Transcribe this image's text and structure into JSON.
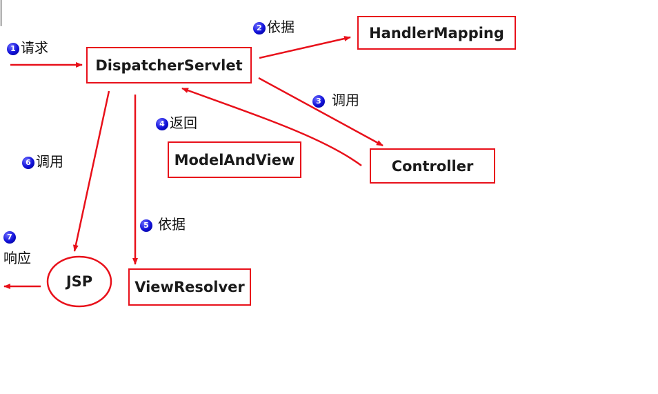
{
  "nodes": {
    "dispatcher": "DispatcherServlet",
    "handler_mapping": "HandlerMapping",
    "controller": "Controller",
    "model_and_view": "ModelAndView",
    "view_resolver": "ViewResolver",
    "jsp": "JSP"
  },
  "steps": {
    "s1": {
      "num": "1",
      "text": "请求"
    },
    "s2": {
      "num": "2",
      "text": "依据"
    },
    "s3": {
      "num": "3",
      "text": "调用"
    },
    "s4": {
      "num": "4",
      "text": "返回"
    },
    "s5": {
      "num": "5",
      "text": "依据"
    },
    "s6": {
      "num": "6",
      "text": "调用"
    },
    "s7": {
      "num": "7",
      "text": "响应"
    }
  },
  "colors": {
    "border": "#e8101a",
    "arrow": "#e8101a",
    "badge": "#1010d8"
  }
}
